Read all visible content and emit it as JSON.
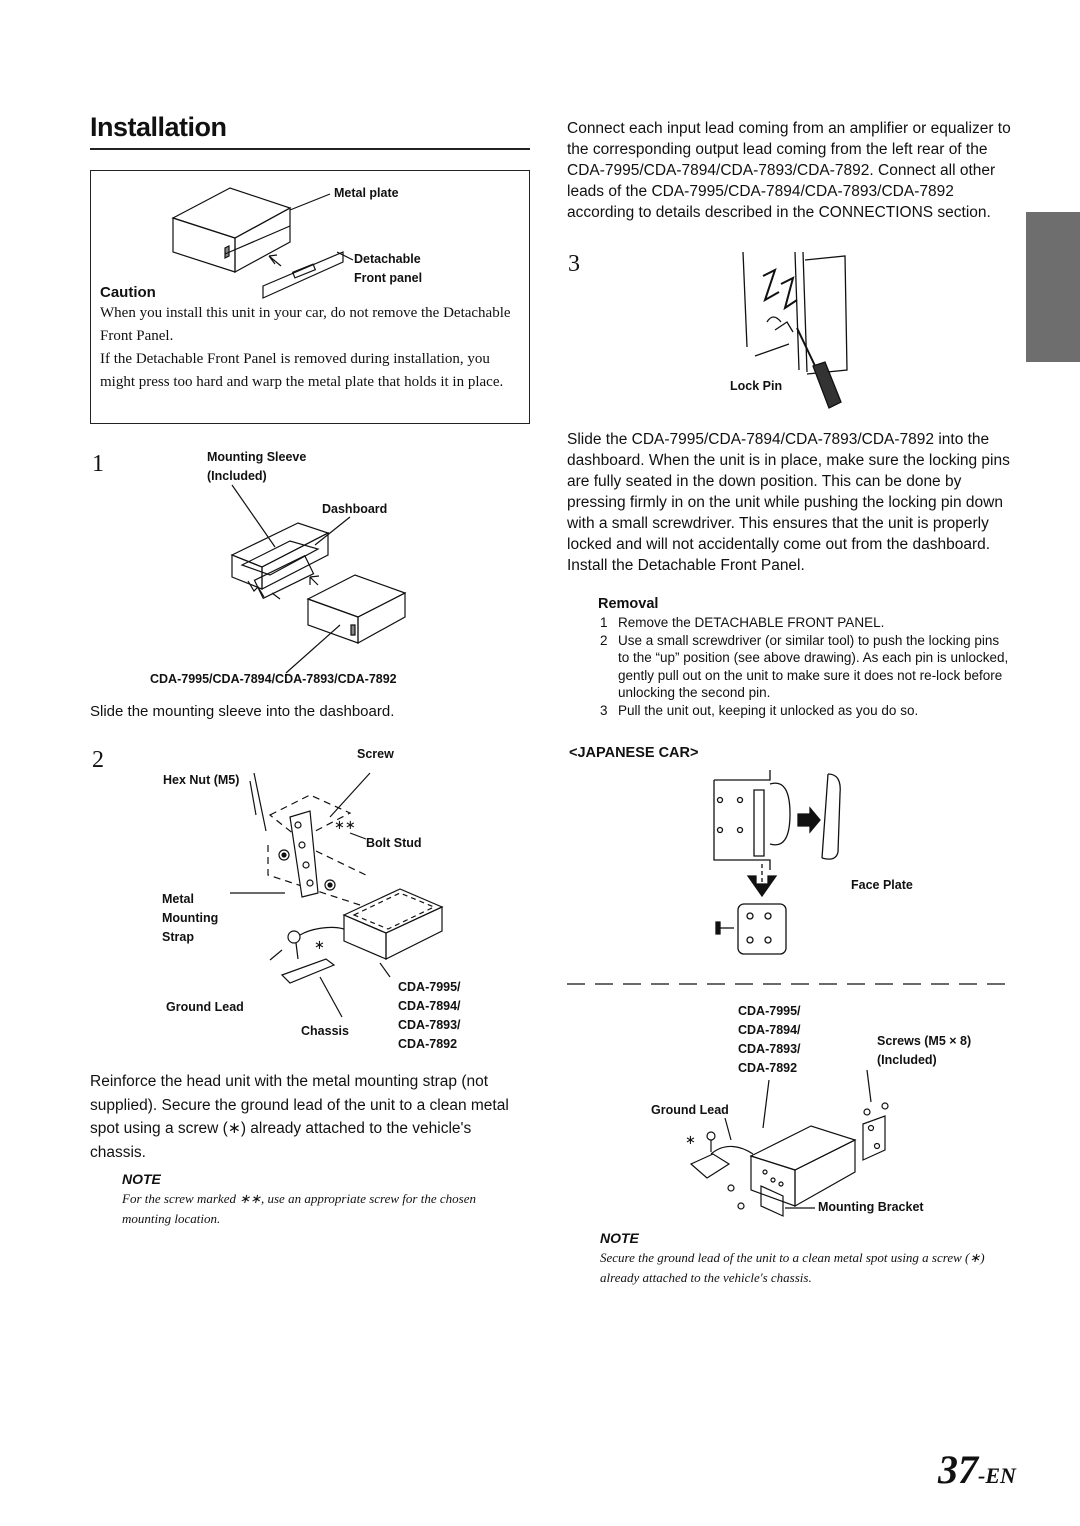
{
  "title": "Installation",
  "caution": {
    "heading": "Caution",
    "para1": "When you install this unit in your car, do not remove the Detachable Front Panel.",
    "para2": "If the Detachable Front Panel is removed during installation, you might press too hard and warp the metal plate that holds it in place.",
    "label_metal_plate": "Metal plate",
    "label_detachable": "Detachable",
    "label_front_panel": "Front panel"
  },
  "step1": {
    "number": "1",
    "label_sleeve_1": "Mounting Sleeve",
    "label_sleeve_2": "(Included)",
    "label_dashboard": "Dashboard",
    "label_models": "CDA-7995/CDA-7894/CDA-7893/CDA-7892",
    "text": "Slide the mounting sleeve into the dashboard."
  },
  "step2": {
    "number": "2",
    "label_screw": "Screw",
    "label_hex_nut": "Hex Nut (M5)",
    "label_bolt_stud": "Bolt Stud",
    "label_metal": "Metal",
    "label_mounting": "Mounting",
    "label_strap": "Strap",
    "label_ground_lead": "Ground Lead",
    "label_chassis": "Chassis",
    "label_model_1": "CDA-7995/",
    "label_model_2": "CDA-7894/",
    "label_model_3": "CDA-7893/",
    "label_model_4": "CDA-7892",
    "text": "Reinforce the head unit with the metal mounting strap (not supplied). Secure the ground lead of the unit to a clean metal spot using a screw (∗) already attached to the vehicle's chassis."
  },
  "note1": {
    "heading": "NOTE",
    "text": "For the screw marked ∗∗, use an appropriate screw for the chosen mounting location."
  },
  "right_intro": "Connect each input lead coming from an amplifier or equalizer to the corresponding output lead coming from the left rear of the CDA-7995/CDA-7894/CDA-7893/CDA-7892. Connect all other leads of the CDA-7995/CDA-7894/CDA-7893/CDA-7892 according to details described in the CONNECTIONS section.",
  "step3": {
    "number": "3",
    "label_lock_pin": "Lock Pin",
    "text": "Slide the CDA-7995/CDA-7894/CDA-7893/CDA-7892 into the dashboard. When the unit is in place, make sure the locking pins are fully seated in the down position. This can be done by pressing firmly in on the unit while pushing the locking pin down with a small screwdriver. This ensures that the unit is properly locked and will not accidentally come out from the dashboard. Install the Detachable Front Panel."
  },
  "removal": {
    "heading": "Removal",
    "items": [
      {
        "n": "1",
        "text": "Remove the DETACHABLE FRONT PANEL."
      },
      {
        "n": "2",
        "text": "Use a small screwdriver (or similar tool) to push the locking pins to the “up” position (see above drawing). As each pin is unlocked, gently pull out on the unit to make sure it does not re-lock before unlocking the second pin."
      },
      {
        "n": "3",
        "text": "Pull the unit out, keeping it unlocked as you do so."
      }
    ]
  },
  "japanese_car": {
    "heading": "<JAPANESE CAR>",
    "label_face_plate": "Face Plate",
    "label_model_1": "CDA-7995/",
    "label_model_2": "CDA-7894/",
    "label_model_3": "CDA-7893/",
    "label_model_4": "CDA-7892",
    "label_screws": "Screws (M5 × 8)",
    "label_included": "(Included)",
    "label_ground_lead": "Ground Lead",
    "label_bracket": "Mounting Bracket"
  },
  "note2": {
    "heading": "NOTE",
    "text": "Secure the ground lead of the unit to a clean metal spot using a screw (∗) already attached to the vehicle's chassis."
  },
  "page_number": "37",
  "page_suffix": "-EN"
}
